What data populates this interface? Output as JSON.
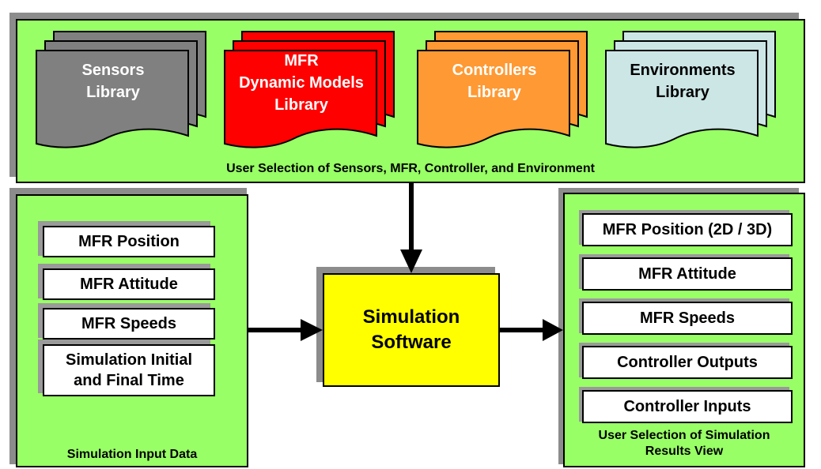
{
  "libraries": [
    {
      "label": "Sensors\nLibrary",
      "fill": "#808080",
      "text_color": "#ffffff"
    },
    {
      "label": "MFR\nDynamic Models\nLibrary",
      "fill": "#ff0000",
      "text_color": "#ffffff"
    },
    {
      "label": "Controllers\nLibrary",
      "fill": "#ff9933",
      "text_color": "#ffffff"
    },
    {
      "label": "Environments\nLibrary",
      "fill": "#cce6e6",
      "text_color": "#000000"
    }
  ],
  "top_panel": {
    "caption": "User Selection of Sensors, MFR, Controller, and Environment"
  },
  "input_panel": {
    "items": [
      "MFR Position",
      "MFR Attitude",
      "MFR Speeds",
      "Simulation Initial\nand Final Time"
    ],
    "caption": "Simulation Input Data"
  },
  "center": {
    "label": "Simulation\nSoftware"
  },
  "output_panel": {
    "items": [
      "MFR Position (2D / 3D)",
      "MFR Attitude",
      "MFR Speeds",
      "Controller Outputs",
      "Controller Inputs"
    ],
    "caption": "User Selection of Simulation\nResults View"
  },
  "colors": {
    "panel": "#99ff66",
    "center": "#ffff00",
    "shadow": "#8c8c8c"
  }
}
